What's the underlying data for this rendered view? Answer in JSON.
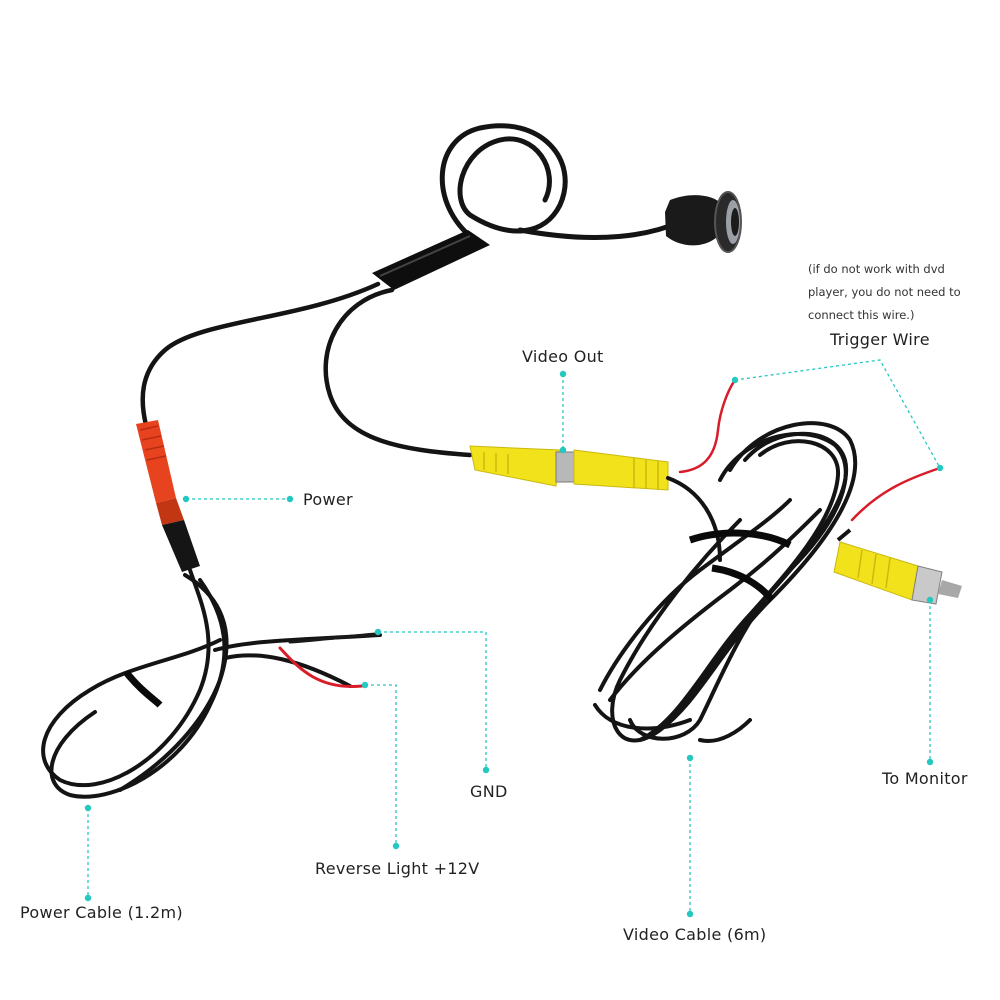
{
  "labels": {
    "power": "Power",
    "video_out": "Video Out",
    "trigger_wire": "Trigger Wire",
    "trigger_note": "(if do not work with dvd player, you do not need to connect this wire.)",
    "gnd": "GND",
    "reverse_light": "Reverse Light +12V",
    "power_cable": "Power Cable (1.2m)",
    "video_cable": "Video Cable (6m)",
    "to_monitor": "To Monitor"
  },
  "colors": {
    "callout": "#25c8c0",
    "cable": "#141414",
    "plug_red": "#e8431f",
    "rca_yellow": "#f2e21c",
    "wire_red": "#d91c2a"
  }
}
